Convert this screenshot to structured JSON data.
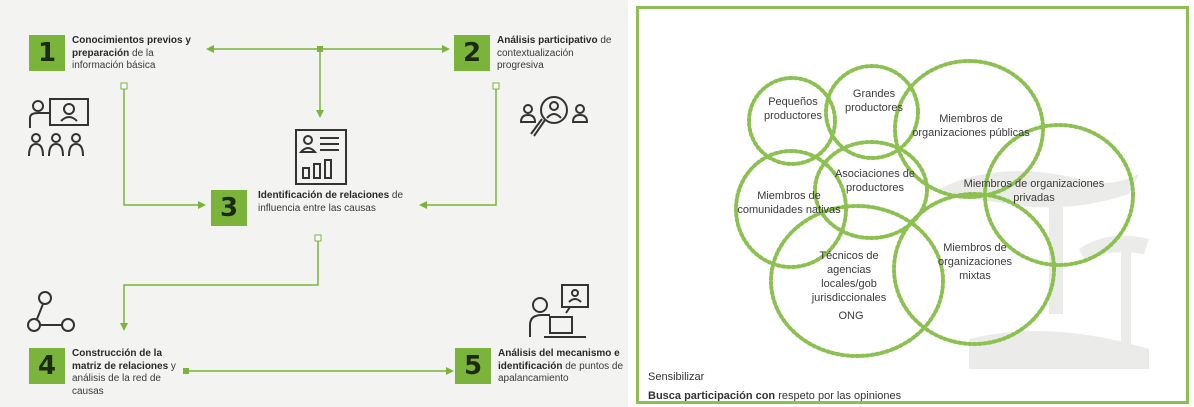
{
  "steps": [
    {
      "number": "1",
      "bold": "Conocimientos previos y preparación",
      "rest": " de la información básica"
    },
    {
      "number": "2",
      "bold": "Análisis participativo",
      "rest": " de contextualización progresiva"
    },
    {
      "number": "3",
      "bold": "Identificación de relaciones",
      "rest": " de influencia entre las causas"
    },
    {
      "number": "4",
      "bold": "Construcción de la matriz de relaciones",
      "rest": " y análisis de la red de causas"
    },
    {
      "number": "5",
      "bold": "Análisis del mecanismo e identificación",
      "rest": " de puntos de apalancamiento"
    }
  ],
  "venn": {
    "pequenos": "Pequeños productores",
    "grandes": "Grandes productores",
    "publicas": "Miembros de organizaciones públicas",
    "asociaciones": "Asociaciones de productores",
    "nativas": "Miembros de comunidades nativas",
    "privadas": "Miembros de organizaciones privadas",
    "tecnicos": "Técnicos de agencias locales/gob jurisdiccionales",
    "ong": "ONG",
    "mixtas": "Miembros de organizaciones mixtas"
  },
  "footer": {
    "line1": "Sensibilizar",
    "line2_bold": "Busca participación con",
    "line2_rest": " respeto por las opiniones"
  },
  "colors": {
    "accent": "#7bb43b",
    "dotted": "#8cc152"
  }
}
